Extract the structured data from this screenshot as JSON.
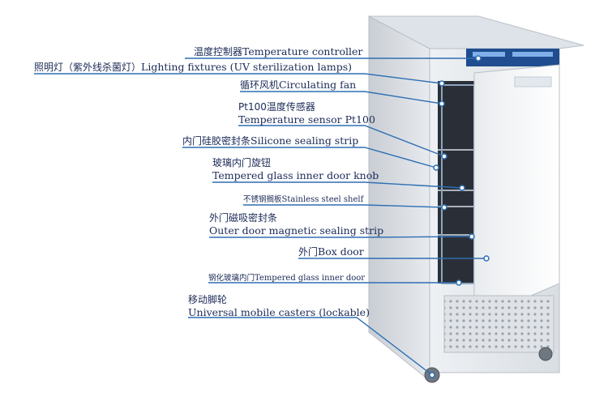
{
  "callouts": [
    {
      "id": "temperature-controller",
      "cn": "温度控制器",
      "en": "Temperature controller"
    },
    {
      "id": "lighting-fixtures",
      "cn": "照明灯（紫外线杀菌灯）",
      "en": "Lighting fixtures (UV sterilization lamps)"
    },
    {
      "id": "circulating-fan",
      "cn": "循环风机",
      "en": "Circulating fan"
    },
    {
      "id": "temperature-sensor",
      "cn": "Pt100温度传感器",
      "en": "Temperature sensor Pt100"
    },
    {
      "id": "silicone-sealing-strip",
      "cn": "内门硅胶密封条",
      "en": "Silicone sealing strip"
    },
    {
      "id": "inner-door-knob",
      "cn": "玻璃内门旋钮",
      "en": "Tempered glass inner door knob"
    },
    {
      "id": "stainless-steel-shelf",
      "cn": "不锈钢搁板",
      "en": "Stainless steel shelf"
    },
    {
      "id": "outer-door-sealing-strip",
      "cn": "外门磁吸密封条",
      "en": "Outer door magnetic sealing strip"
    },
    {
      "id": "box-door",
      "cn": "外门",
      "en": "Box door"
    },
    {
      "id": "tempered-glass-inner-door",
      "cn": "钢化玻璃内门",
      "en": "Tempered glass inner door"
    },
    {
      "id": "mobile-casters",
      "cn": "移动脚轮",
      "en": "Universal mobile casters (lockable)"
    }
  ],
  "colors": {
    "text": "#1b2a57",
    "line": "#2f6fb3",
    "dot": "#ffffff"
  }
}
